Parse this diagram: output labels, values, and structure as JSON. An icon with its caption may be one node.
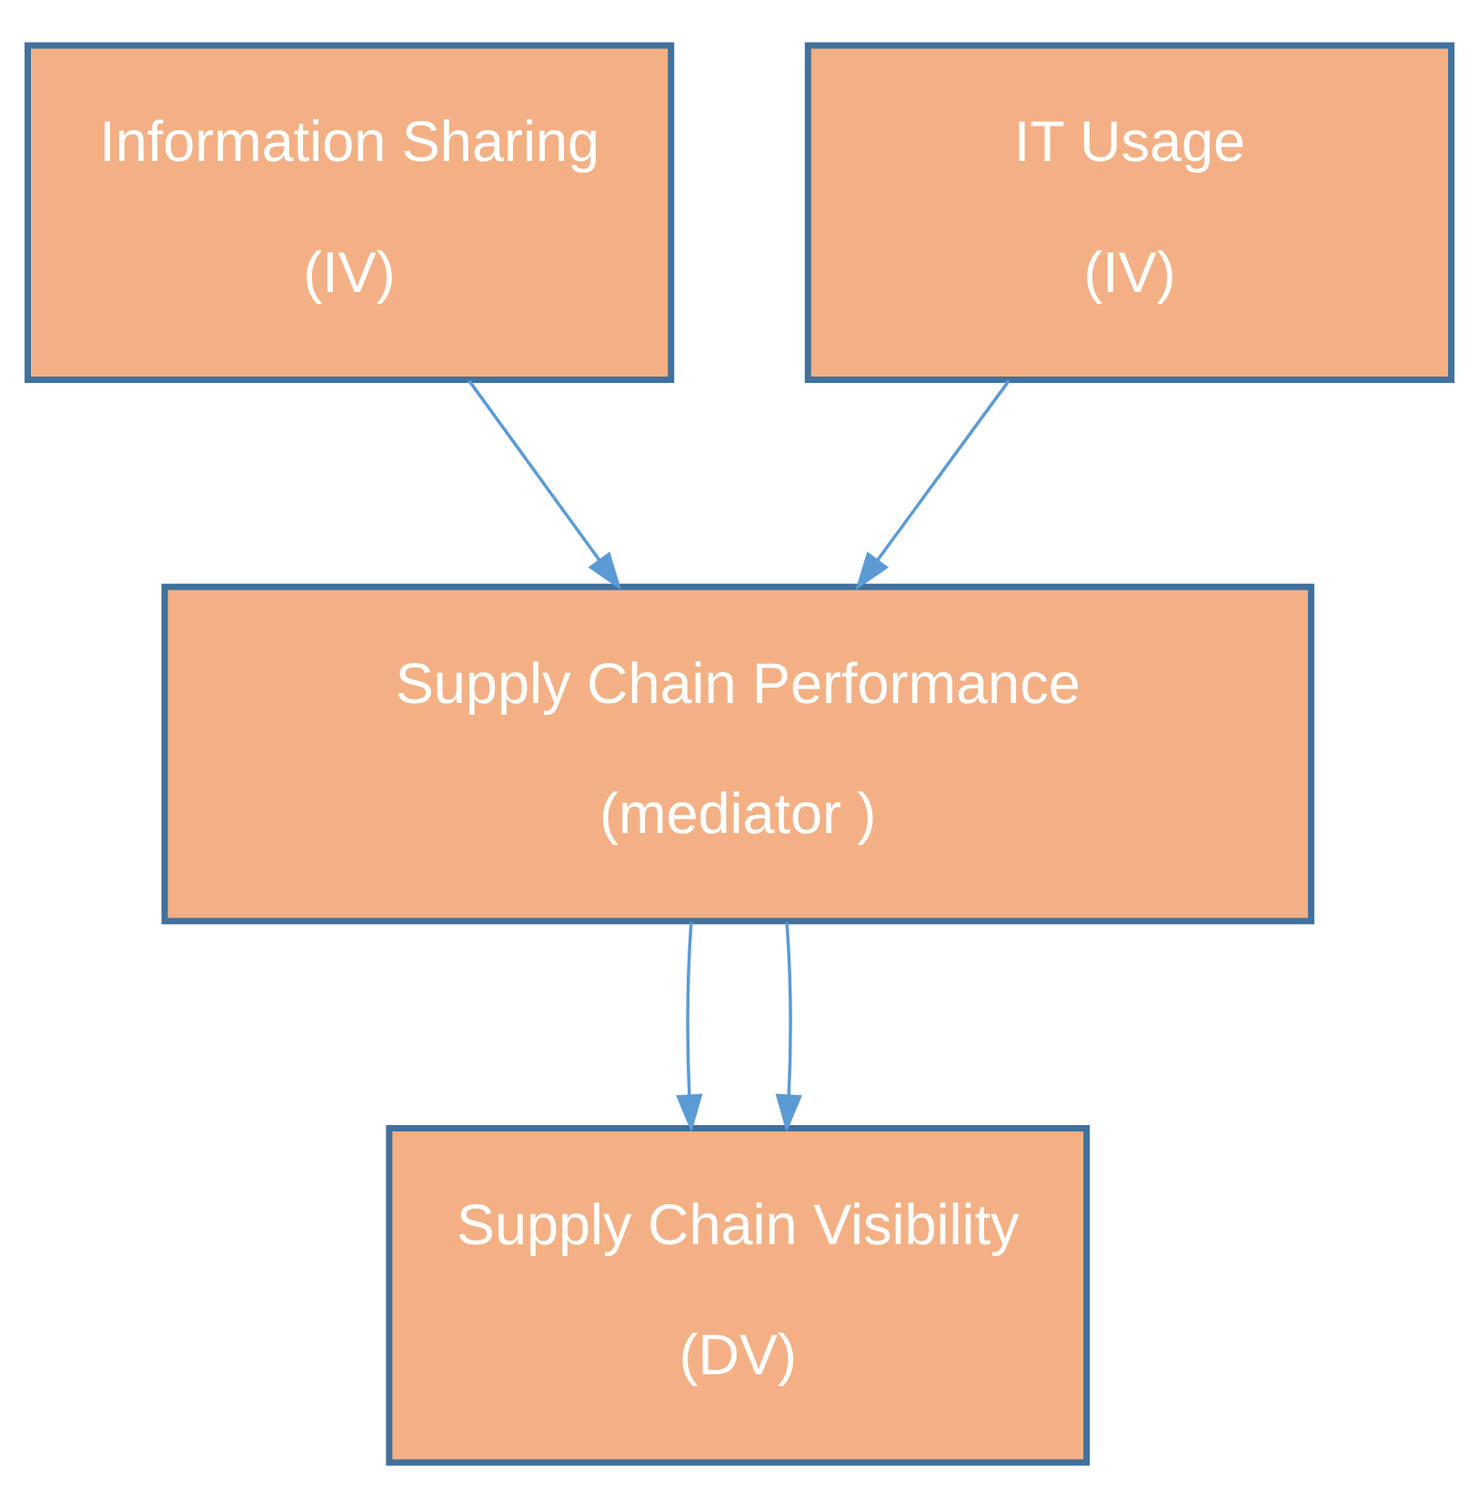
{
  "diagram": {
    "nodes": [
      {
        "text": [
          "Information Sharing",
          "(IV)"
        ]
      },
      {
        "text": [
          "IT Usage",
          "(IV)"
        ]
      },
      {
        "text": [
          "Supply Chain Performance",
          "(mediator )"
        ]
      },
      {
        "text": [
          "Supply Chain Visibility",
          "(DV)"
        ]
      }
    ],
    "edges": [
      {
        "from": 0,
        "to": 2,
        "arrow": "to"
      },
      {
        "from": 1,
        "to": 2,
        "arrow": "to"
      },
      {
        "from": 2,
        "to": 3,
        "arrow": "to"
      },
      {
        "from": 2,
        "to": 3,
        "arrow": "to"
      }
    ]
  }
}
